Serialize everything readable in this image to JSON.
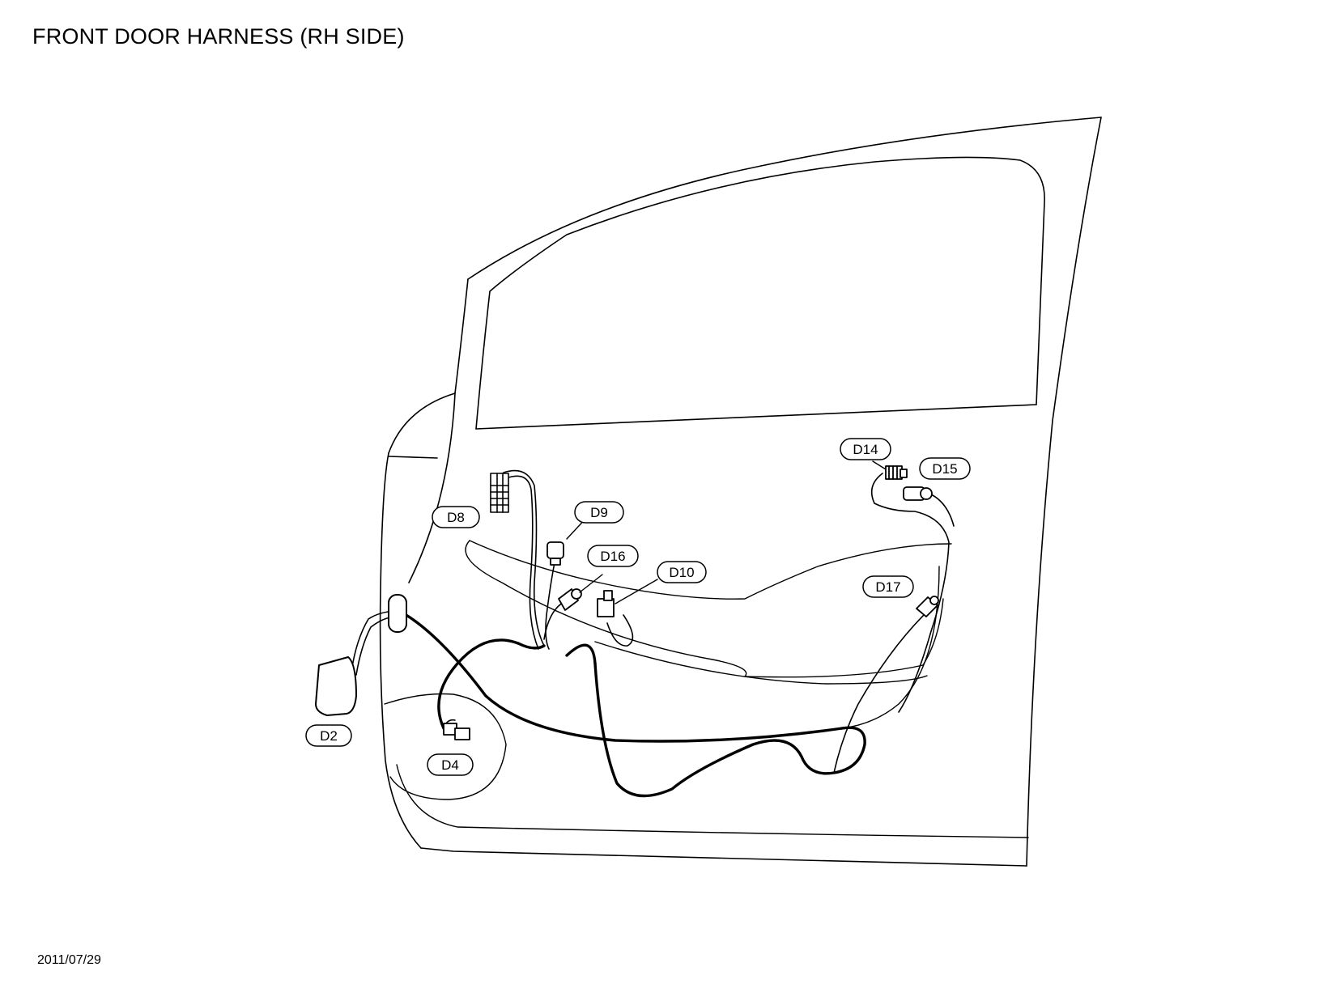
{
  "title": "FRONT DOOR HARNESS (RH SIDE)",
  "date": "2011/07/29",
  "connectors": {
    "d2": "D2",
    "d4": "D4",
    "d8": "D8",
    "d9": "D9",
    "d10": "D10",
    "d14": "D14",
    "d15": "D15",
    "d16": "D16",
    "d17": "D17"
  }
}
